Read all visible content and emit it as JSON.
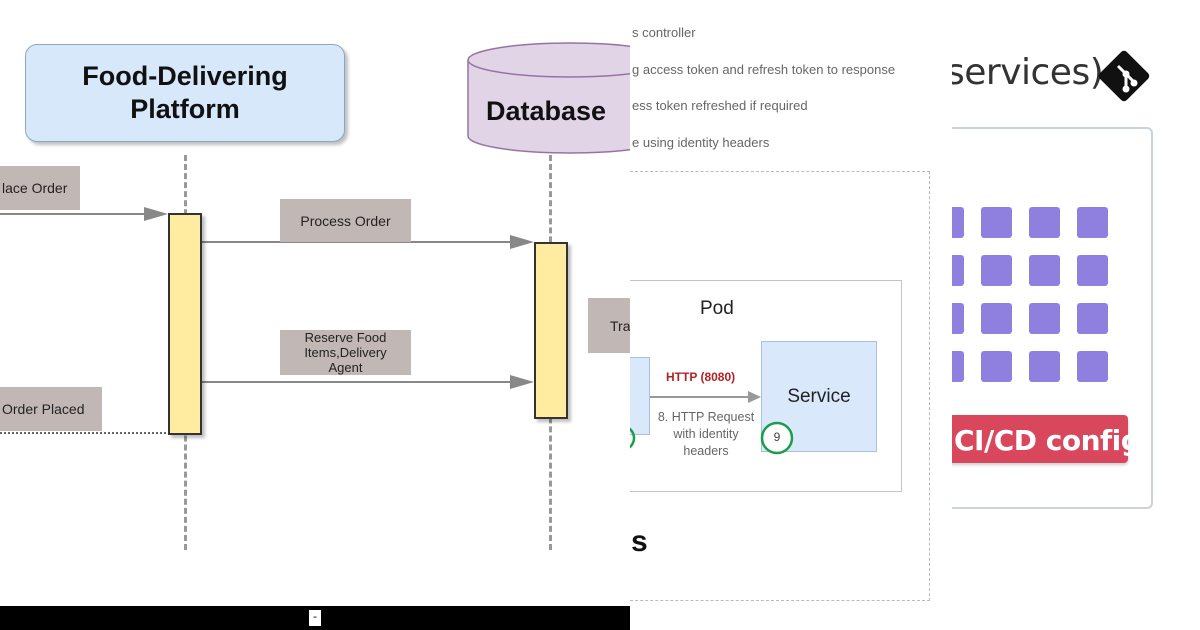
{
  "sequence": {
    "participant_platform": [
      "Food-Delivering",
      "Platform"
    ],
    "participant_database": "Database",
    "msg_place_order": "lace Order",
    "msg_process_order": "Process Order",
    "msg_reserve": [
      "Reserve Food",
      "Items,Delivery",
      "Agent"
    ],
    "msg_order_placed": "Order Placed",
    "msg_partial": "Tra",
    "footer_glyph": "--"
  },
  "k8s": {
    "steps": [
      "s controller",
      "g access token and refresh token to response",
      "ess token refreshed if required",
      "e using identity headers"
    ],
    "pod_label": "Pod",
    "service_label": "Service",
    "http_label": "HTTP (8080)",
    "request_label": [
      "8. HTTP Request",
      "with identity",
      "headers"
    ],
    "step_badge": "9",
    "bottom_text": "s",
    "colors": {
      "http": "#b22222",
      "badge": "#1a9e4b",
      "service_fill": "#dae8fc"
    }
  },
  "cicd": {
    "title": "services)",
    "button_label": "CI/CD config",
    "logo_icon": "git-logo-icon",
    "colors": {
      "tile": "#8f7fde",
      "button": "#d9475c"
    }
  }
}
